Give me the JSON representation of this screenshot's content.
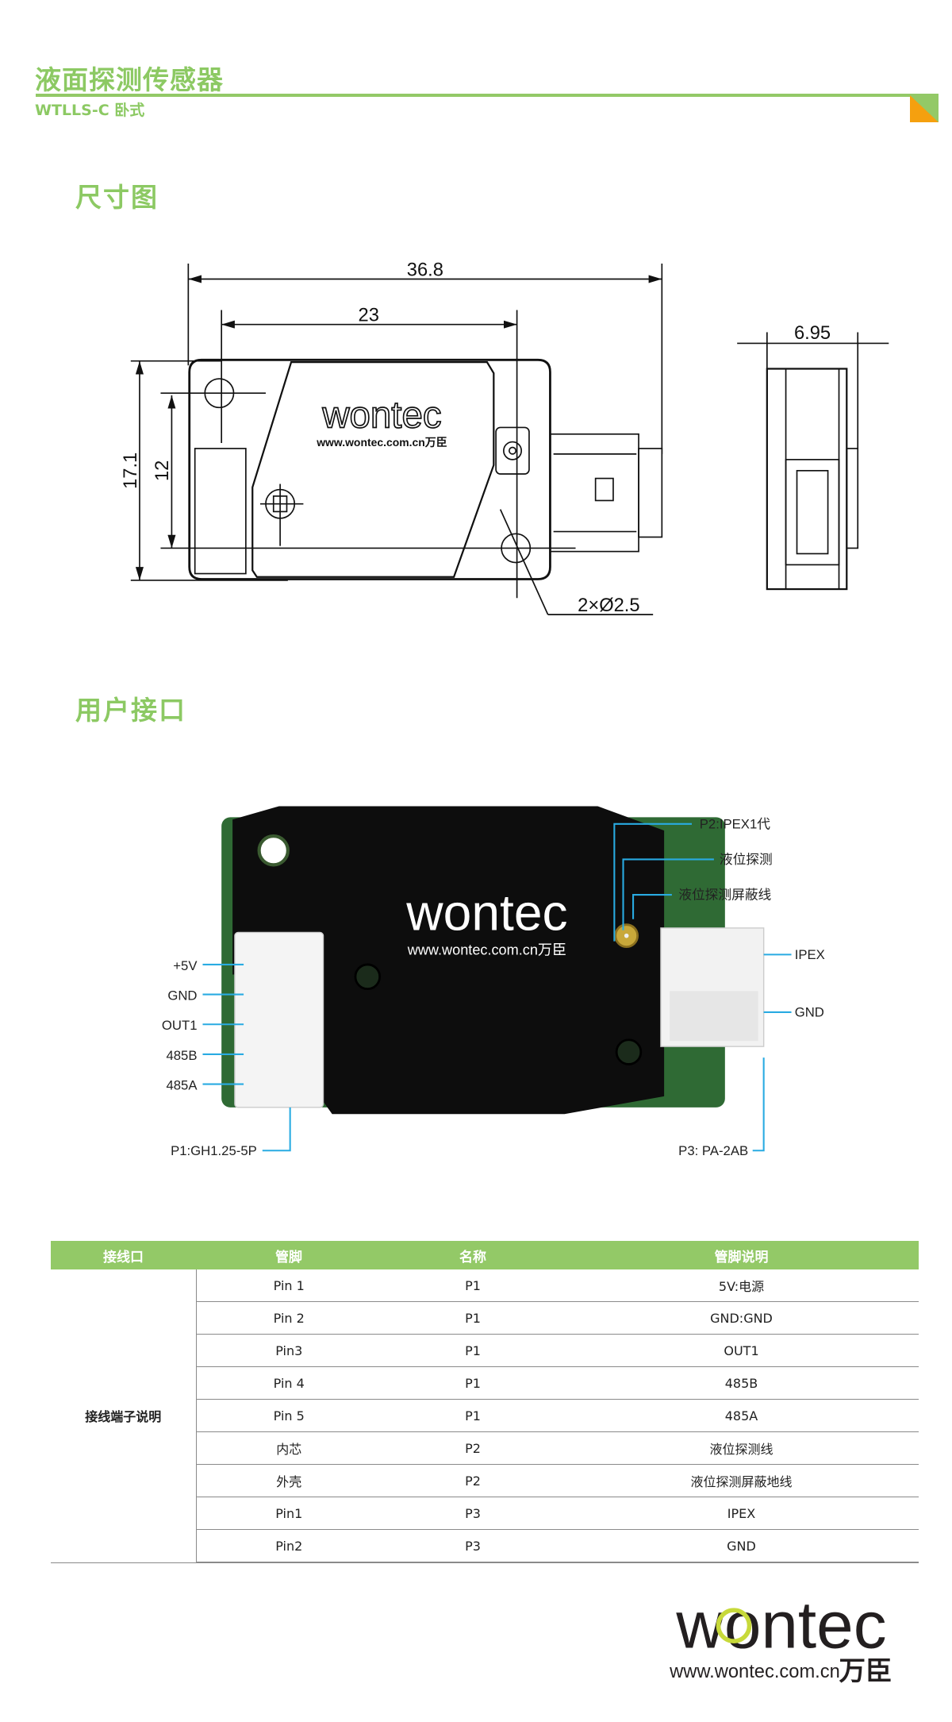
{
  "header": {
    "title": "液面探测传感器",
    "subtitle": "WTLLS-C 卧式",
    "accent": "#93c967",
    "corner_accent": "#f5a00f"
  },
  "sections": {
    "dimensions": "尺寸图",
    "interface": "用户接口"
  },
  "dimension_drawing": {
    "overall_length": "36.8",
    "hole_spacing_x": "23",
    "height": "17.1",
    "hole_spacing_y": "12",
    "thickness": "6.95",
    "hole_note": "2×Ø2.5",
    "logo": "wontec",
    "logo_url": "www.wontec.com.cn万臣"
  },
  "product_photo": {
    "logo": "wontec",
    "logo_url": "www.wontec.com.cn万臣",
    "left_pins": [
      "+5V",
      "GND",
      "OUT1",
      "485B",
      "485A"
    ],
    "p1": "P1:GH1.25-5P",
    "p2": "P2:IPEX1代",
    "probe": "液位探测",
    "probe_shield": "液位探测屏蔽线",
    "right_pins": [
      "IPEX",
      "GND"
    ],
    "p3": "P3:  PA-2AB",
    "leader_color": "#29abe2"
  },
  "table": {
    "headers": [
      "接线口",
      "管脚",
      "名称",
      "管脚说明"
    ],
    "port_label": "接线端子说明",
    "rows": [
      [
        "Pin 1",
        "P1",
        "5V:电源"
      ],
      [
        "Pin 2",
        "P1",
        "GND:GND"
      ],
      [
        "Pin3",
        "P1",
        "OUT1"
      ],
      [
        "Pin 4",
        "P1",
        "485B"
      ],
      [
        "Pin 5",
        "P1",
        "485A"
      ],
      [
        "内芯",
        "P2",
        "液位探测线"
      ],
      [
        "外壳",
        "P2",
        "液位探测屏蔽地线"
      ],
      [
        "Pin1",
        "P3",
        "IPEX"
      ],
      [
        "Pin2",
        "P3",
        "GND"
      ]
    ]
  },
  "footer": {
    "logo": "wontec",
    "url": "www.wontec.com.cn",
    "brand_cn": "万臣"
  }
}
